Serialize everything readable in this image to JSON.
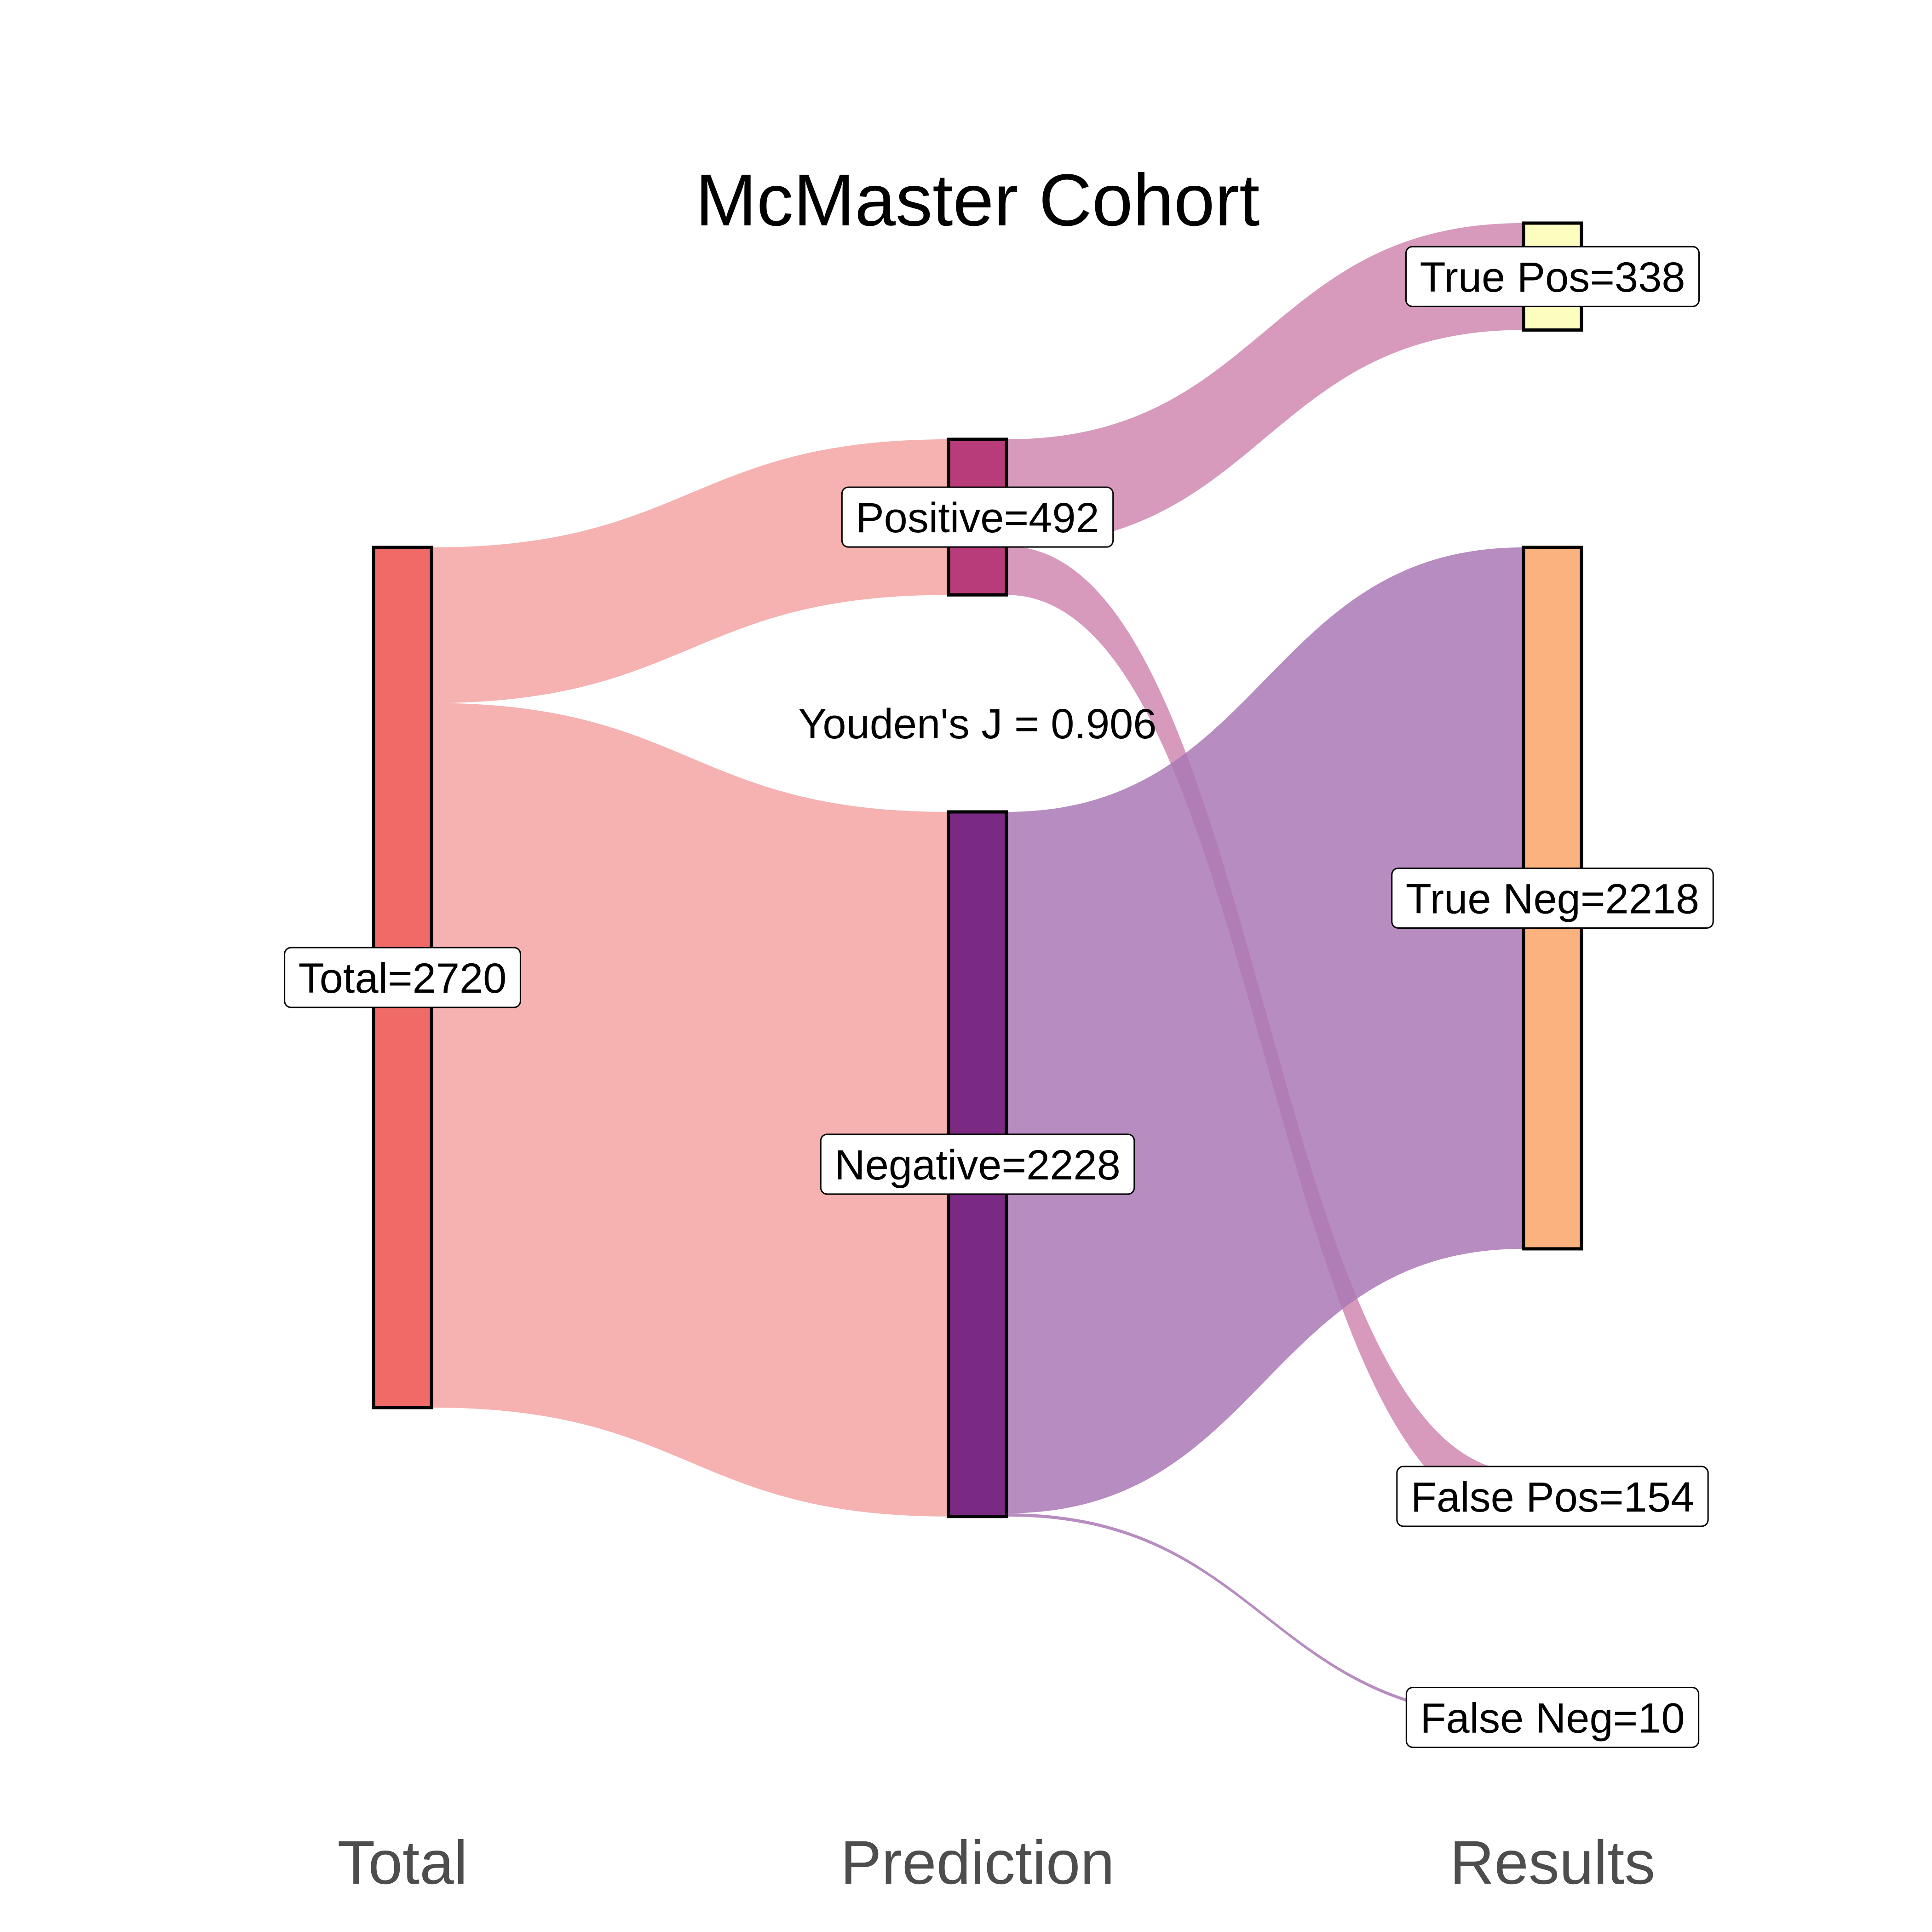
{
  "chart_data": {
    "type": "sankey",
    "title": "McMaster Cohort",
    "annotation": "Youden's J = 0.906",
    "stages": [
      "Total",
      "Prediction",
      "Results"
    ],
    "nodes": [
      {
        "id": "total",
        "stage": 0,
        "label": "Total=2720",
        "value": 2720,
        "color": "#f06b68"
      },
      {
        "id": "positive",
        "stage": 1,
        "label": "Positive=492",
        "value": 492,
        "color": "#b83c7a"
      },
      {
        "id": "negative",
        "stage": 1,
        "label": "Negative=2228",
        "value": 2228,
        "color": "#7a2a82"
      },
      {
        "id": "true_pos",
        "stage": 2,
        "label": "True Pos=338",
        "value": 338,
        "color": "#fcfdbf"
      },
      {
        "id": "true_neg",
        "stage": 2,
        "label": "True Neg=2218",
        "value": 2218,
        "color": "#fcb27e"
      },
      {
        "id": "false_pos",
        "stage": 2,
        "label": "False Pos=154",
        "value": 154,
        "color": "#ffffff"
      },
      {
        "id": "false_neg",
        "stage": 2,
        "label": "False Neg=10",
        "value": 10,
        "color": "#ffffff"
      }
    ],
    "links": [
      {
        "source": "total",
        "target": "positive",
        "value": 492,
        "color": "#f5a3a3"
      },
      {
        "source": "total",
        "target": "negative",
        "value": 2228,
        "color": "#f5a3a3"
      },
      {
        "source": "positive",
        "target": "true_pos",
        "value": 338,
        "color": "#d088b0"
      },
      {
        "source": "positive",
        "target": "false_pos",
        "value": 154,
        "color": "#d088b0"
      },
      {
        "source": "negative",
        "target": "true_neg",
        "value": 2218,
        "color": "#aa78b5"
      },
      {
        "source": "negative",
        "target": "false_neg",
        "value": 10,
        "color": "#aa78b5"
      }
    ]
  }
}
